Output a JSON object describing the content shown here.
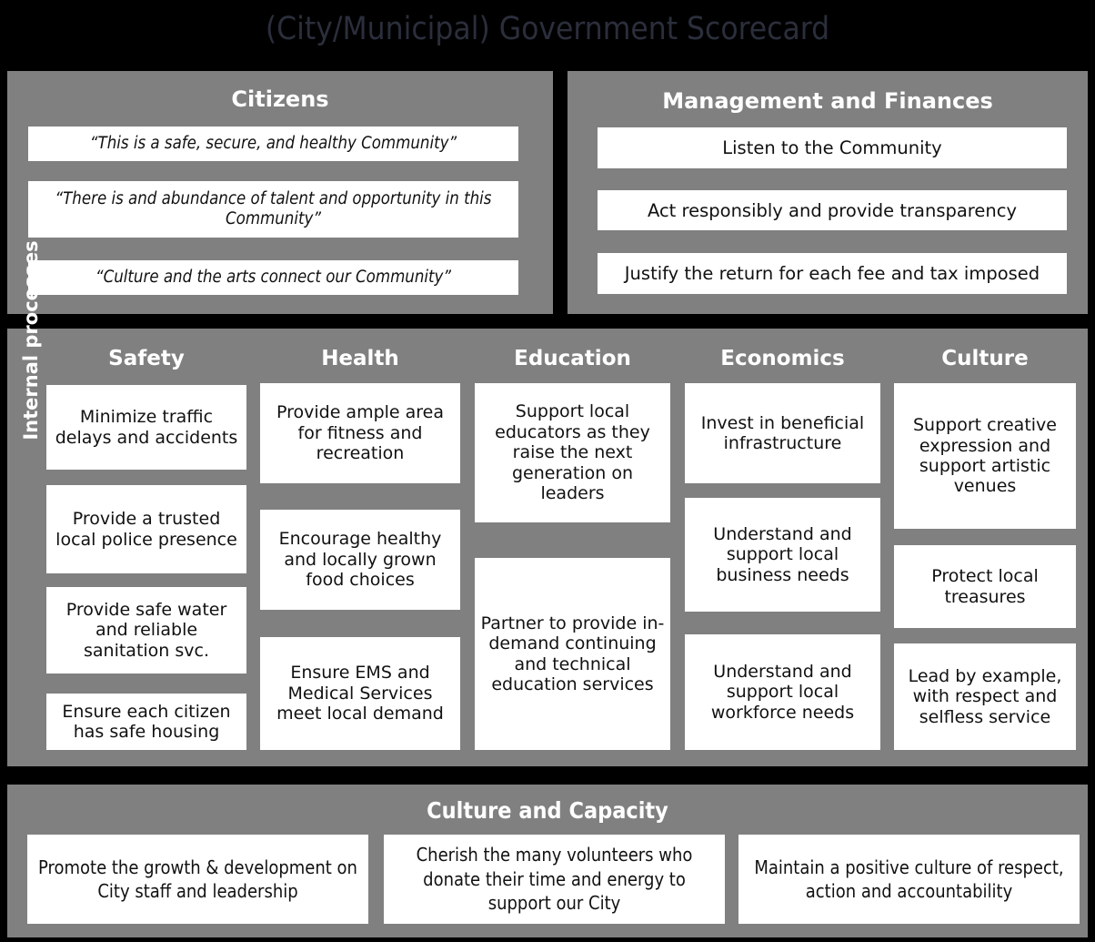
{
  "title": "(City/Municipal) Government Scorecard",
  "colors": {
    "background": "#000000",
    "panel": "#808080",
    "card": "#ffffff",
    "panel_title": "#ffffff",
    "page_title": "#2b2e3b",
    "card_text": "#111111"
  },
  "citizens": {
    "title": "Citizens",
    "cards": [
      "“This is a safe, secure, and healthy Community”",
      "“There is and abundance of talent and opportunity in this Community”",
      "“Culture and the arts connect our Community”"
    ]
  },
  "management": {
    "title": "Management and Finances",
    "cards": [
      "Listen to the Community",
      "Act responsibly and provide transparency",
      "Justify the return for each fee and tax imposed"
    ]
  },
  "internal": {
    "label": "Internal processes",
    "columns": [
      {
        "title": "Safety",
        "cards": [
          "Minimize traffic delays and accidents",
          "Provide a trusted local police presence",
          "Provide safe water and reliable sanitation svc.",
          "Ensure each citizen has safe housing"
        ]
      },
      {
        "title": "Health",
        "cards": [
          "Provide ample area for fitness and recreation",
          "Encourage healthy and locally grown food choices",
          "Ensure EMS and Medical Services meet local demand"
        ]
      },
      {
        "title": "Education",
        "cards": [
          "Support local educators as they raise the next generation on leaders",
          "Partner to provide in-demand continuing and technical education services"
        ]
      },
      {
        "title": "Economics",
        "cards": [
          "Invest in beneficial infrastructure",
          "Understand and support local business needs",
          "Understand and support local workforce needs"
        ]
      },
      {
        "title": "Culture",
        "cards": [
          "Support creative expression and support artistic venues",
          "Protect local treasures",
          "Lead by example, with respect and selfless service"
        ]
      }
    ]
  },
  "capacity": {
    "title": "Culture and Capacity",
    "cards": [
      "Promote the growth & development on City staff and leadership",
      "Cherish the many volunteers who donate their time and energy to support our City",
      "Maintain a positive culture of respect, action and accountability"
    ]
  }
}
